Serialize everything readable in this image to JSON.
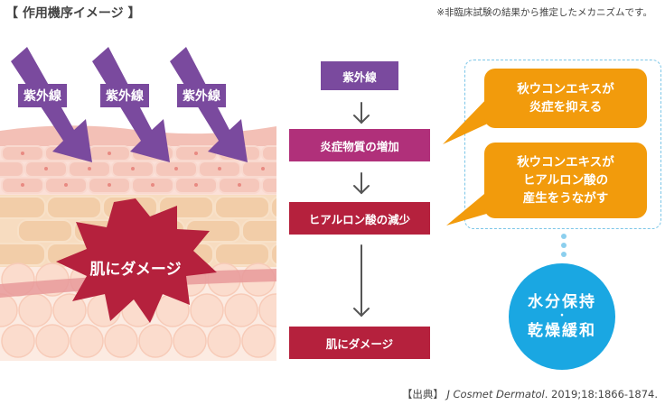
{
  "header": {
    "title": "【 作用機序イメージ 】",
    "note": "※非臨床試験の結果から推定したメカニズムです。"
  },
  "illustration": {
    "uv_labels": [
      "紫外線",
      "紫外線",
      "紫外線"
    ],
    "damage_label": "肌にダメージ"
  },
  "flow": {
    "steps": [
      "紫外線",
      "炎症物質の増加",
      "ヒアルロン酸の減少",
      "肌にダメージ"
    ]
  },
  "bubbles": {
    "top": [
      "秋ウコンエキスが",
      "炎症を抑える"
    ],
    "bottom": [
      "秋ウコンエキスが",
      "ヒアルロン酸の",
      "産生をうながす"
    ]
  },
  "result": {
    "line1": "水分保持",
    "separator": "・",
    "line2": "乾燥緩和"
  },
  "source": {
    "prefix": "【出典】",
    "journal": "J Cosmet Dermatol",
    "citation": ". 2019;18:1866-1874."
  },
  "colors": {
    "uv_purple": "#7a4a9e",
    "inflammation_magenta": "#b0307a",
    "damage_red": "#b5213d",
    "bubble_orange": "#f29b0c",
    "result_blue": "#1aa7e2",
    "skin_top": "#f6cfc6",
    "skin_mid": "#f6d9b8",
    "skin_deep": "#fbe3d5"
  }
}
